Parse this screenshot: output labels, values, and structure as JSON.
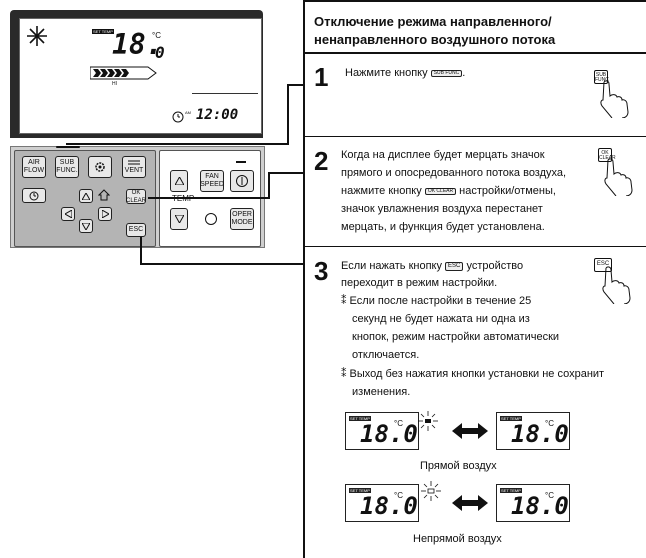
{
  "remote": {
    "lcd": {
      "set_temp_tag": "SET TEMP",
      "temperature": "18.",
      "temperature_decimal": "0",
      "unit": "°C",
      "hi_label": "HI",
      "clock": "12:00",
      "am_label": "AM"
    },
    "buttons": {
      "air_flow": "AIR FLOW",
      "sub_func": "SUB FUNC.",
      "vent": "VENT",
      "ok_clear": "OK CLEAR",
      "esc": "ESC",
      "fan_speed": "FAN SPEED",
      "temp": "TEMP",
      "oper_mode": "OPER MODE"
    }
  },
  "panel": {
    "title_line1": "Отключение режима направленного/",
    "title_line2": "ненаправленного воздушного потока",
    "step1": {
      "number": "1",
      "text": "Нажмите кнопку",
      "key_label": "SUB FUNC",
      "illus_key": "SUB FUNC"
    },
    "step2": {
      "number": "2",
      "line1": "Когда на дисплее будет мерцать значок",
      "line2": "прямого и опосредованного потока воздуха,",
      "line3a": "нажмите кнопку",
      "key_label": "OK CLEAR",
      "line3b": "настройки/отмены,",
      "line4": "значок увлажнения воздуха перестанет",
      "line5": "мерцать, и функция будет установлена.",
      "illus_key": "OK CLEAR"
    },
    "step3": {
      "number": "3",
      "line1a": "Если нажать кнопку",
      "key_label": "ESC",
      "line1b": "устройство",
      "line2": "переходит в режим настройки.",
      "note1_line1": "⁑ Если после настройки в течение 25",
      "note1_line2": "секунд не будет нажата ни одна из",
      "note1_line3": "кнопок, режим настройки автоматически",
      "note1_line4": "отключается.",
      "note2_line1": "⁑ Выход без нажатия кнопки установки не сохранит",
      "note2_line2": "изменения.",
      "illus_key": "ESC"
    },
    "display": {
      "tag": "SET TEMP",
      "value": "18.0",
      "unit": "°C",
      "direct_caption": "Прямой воздух",
      "indirect_caption": "Непрямой воздух"
    }
  }
}
